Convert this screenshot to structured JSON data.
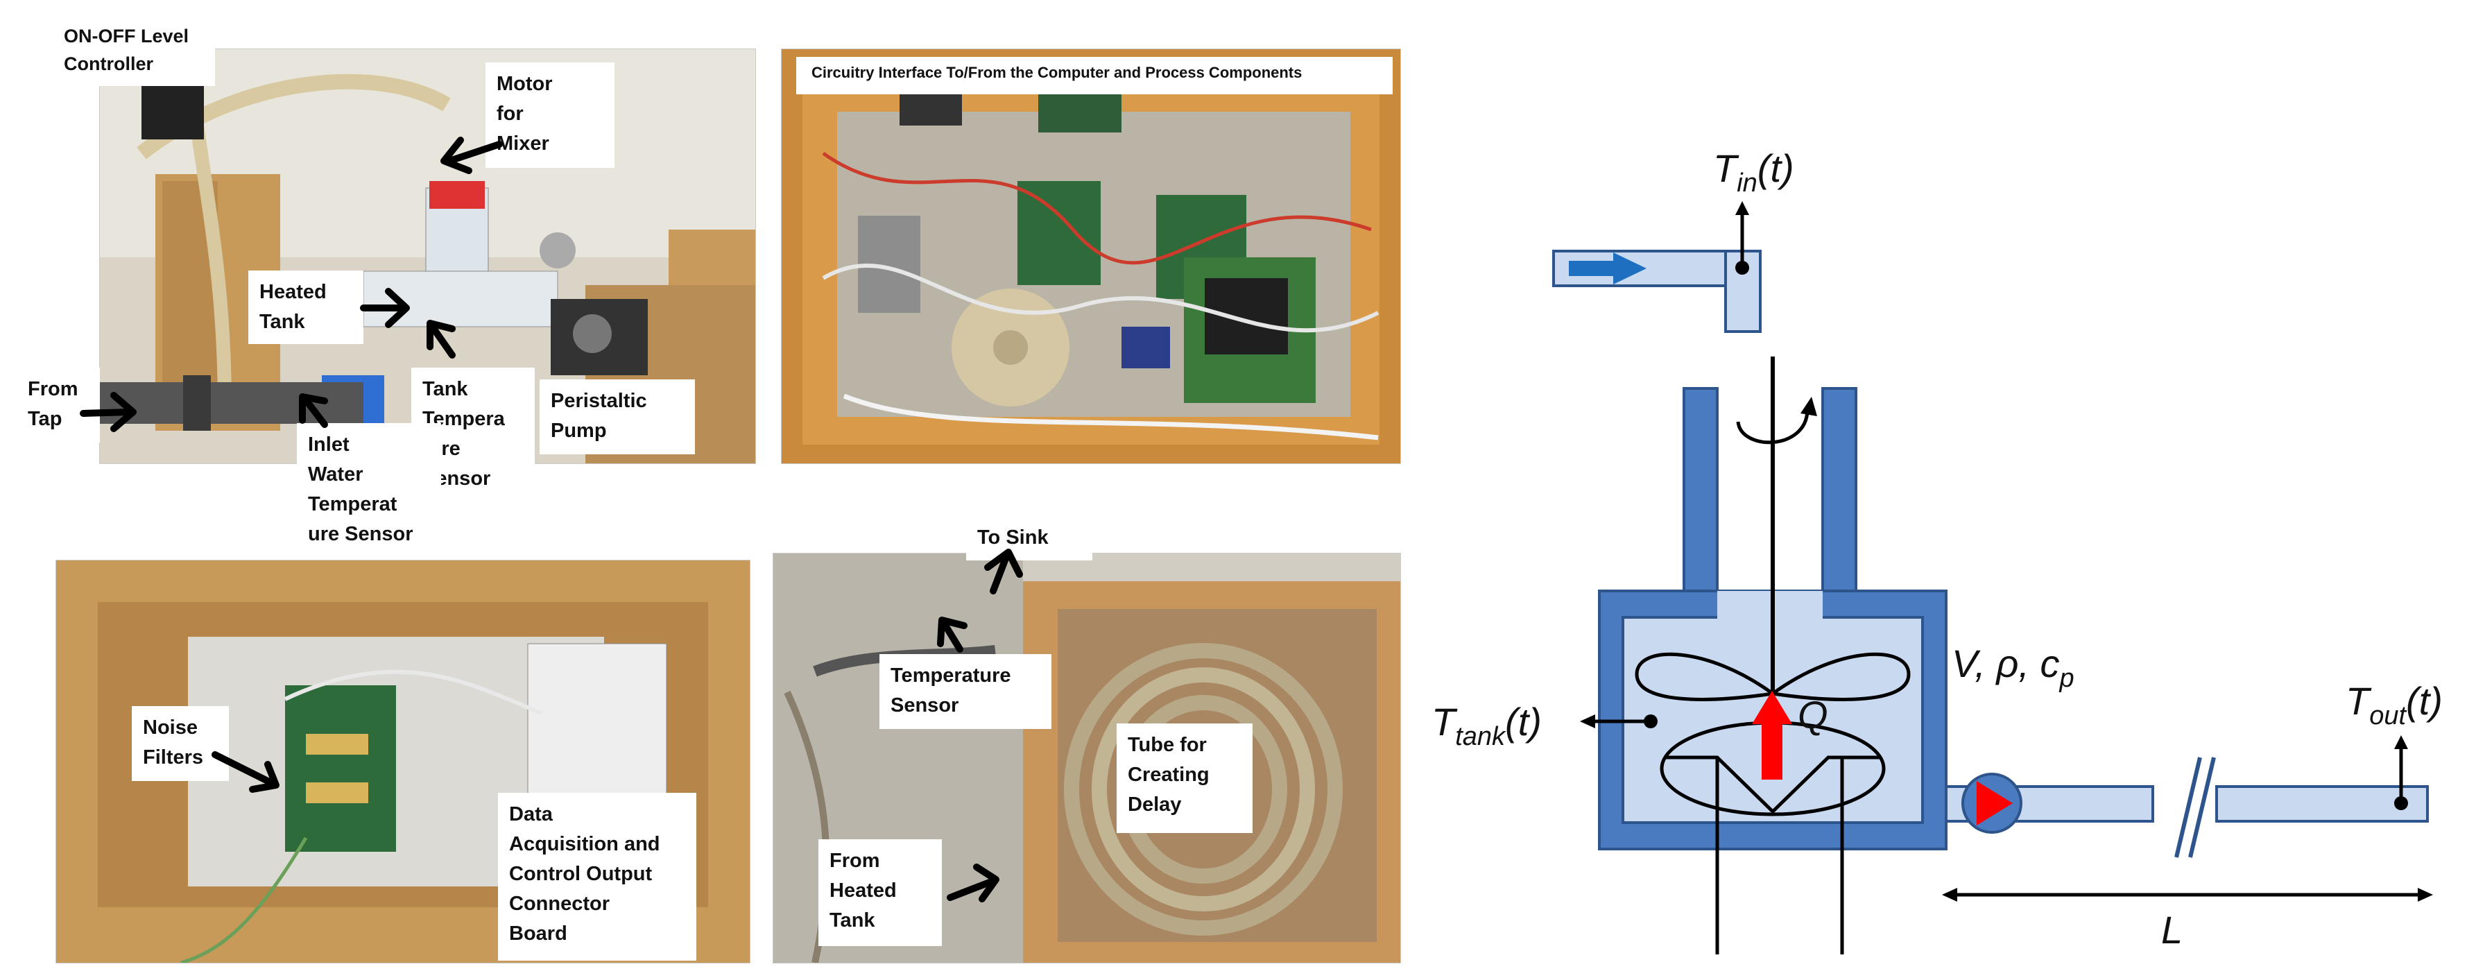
{
  "photos": {
    "p1": {
      "labels": {
        "level_controller": "ON-OFF Level\nController",
        "motor_mixer": "Motor\nfor\nMixer",
        "heated_tank": "Heated\nTank",
        "from_tap": "From\nTap",
        "tank_temp_sensor": "Tank\nTempera\nture\nSensor",
        "peristaltic_pump": "Peristaltic\nPump",
        "inlet_water_sensor": "Inlet\nWater\nTemperat\nure Sensor"
      }
    },
    "p2": {
      "labels": {
        "circuitry": "Circuitry Interface To/From the Computer and Process Components"
      }
    },
    "p3": {
      "labels": {
        "noise_filters": "Noise\nFilters",
        "daq_board": "Data\nAcquisition and\nControl Output\nConnector\nBoard"
      }
    },
    "p4": {
      "labels": {
        "to_sink": "To Sink",
        "temperature_sensor": "Temperature\nSensor",
        "tube_delay": "Tube for\nCreating\nDelay",
        "from_heated_tank": "From\nHeated\nTank"
      }
    }
  },
  "schematic": {
    "tin": {
      "base": "T",
      "sub": "in",
      "suffix": "(t)"
    },
    "ttank": {
      "base": "T",
      "sub": "tank",
      "suffix": "(t)"
    },
    "tout": {
      "base": "T",
      "sub": "out",
      "suffix": "(t)"
    },
    "props": {
      "main": "V, ρ, c",
      "sub": "p"
    },
    "heat": "Q",
    "length": "L",
    "colors": {
      "tank_fill": "#c9d9f0",
      "tank_wall": "#4a7ac0",
      "outline": "#2d558c",
      "heat_arrow": "#ff0000",
      "inlet_arrow": "#1f6fc0",
      "pump_circle": "#4a7ac0",
      "pump_triangle": "#ff0000"
    }
  }
}
